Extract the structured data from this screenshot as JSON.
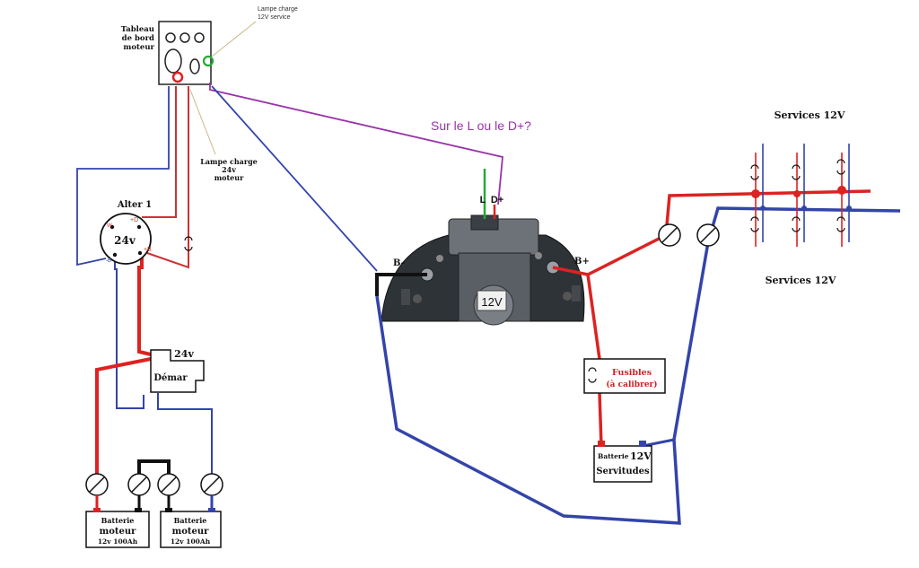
{
  "dashboard": {
    "title_l1": "Tableau",
    "title_l2": "de bord",
    "title_l3": "moteur"
  },
  "notes": {
    "lamp_12v_l1": "Lampe charge",
    "lamp_12v_l2": "12V service",
    "lamp_24v_l1": "Lampe charge",
    "lamp_24v_l2": "24v",
    "lamp_24v_l3": "moteur",
    "question": "Sur le L ou le D+?"
  },
  "alter1": {
    "title": "Alter 1",
    "voltage": "24v",
    "term_w": "W",
    "term_dplus": "+D",
    "term_b_minus": "-B",
    "term_b_plus": "+B"
  },
  "starter": {
    "voltage": "24v",
    "label": "Démar"
  },
  "engine_batteries": [
    {
      "l1": "Batterie",
      "l2": "moteur",
      "l3": "12v  100Ah"
    },
    {
      "l1": "Batterie",
      "l2": "moteur",
      "l3": "12v  100Ah"
    }
  ],
  "alternator12": {
    "voltage": "12V",
    "term_l": "L",
    "term_dplus": "D+",
    "term_b_minus": "B-",
    "term_b_plus": "B+"
  },
  "fuses": {
    "l1": "Fusibles",
    "l2": "(à calibrer)"
  },
  "service_battery": {
    "l1": "Batterie",
    "l2": "12V",
    "l3": "Servitudes"
  },
  "services": {
    "top_label": "Services 12V",
    "bottom_label": "Services 12V"
  },
  "colors": {
    "positive": "#dd2222",
    "negative": "#3344aa",
    "signal": "#9933aa"
  }
}
